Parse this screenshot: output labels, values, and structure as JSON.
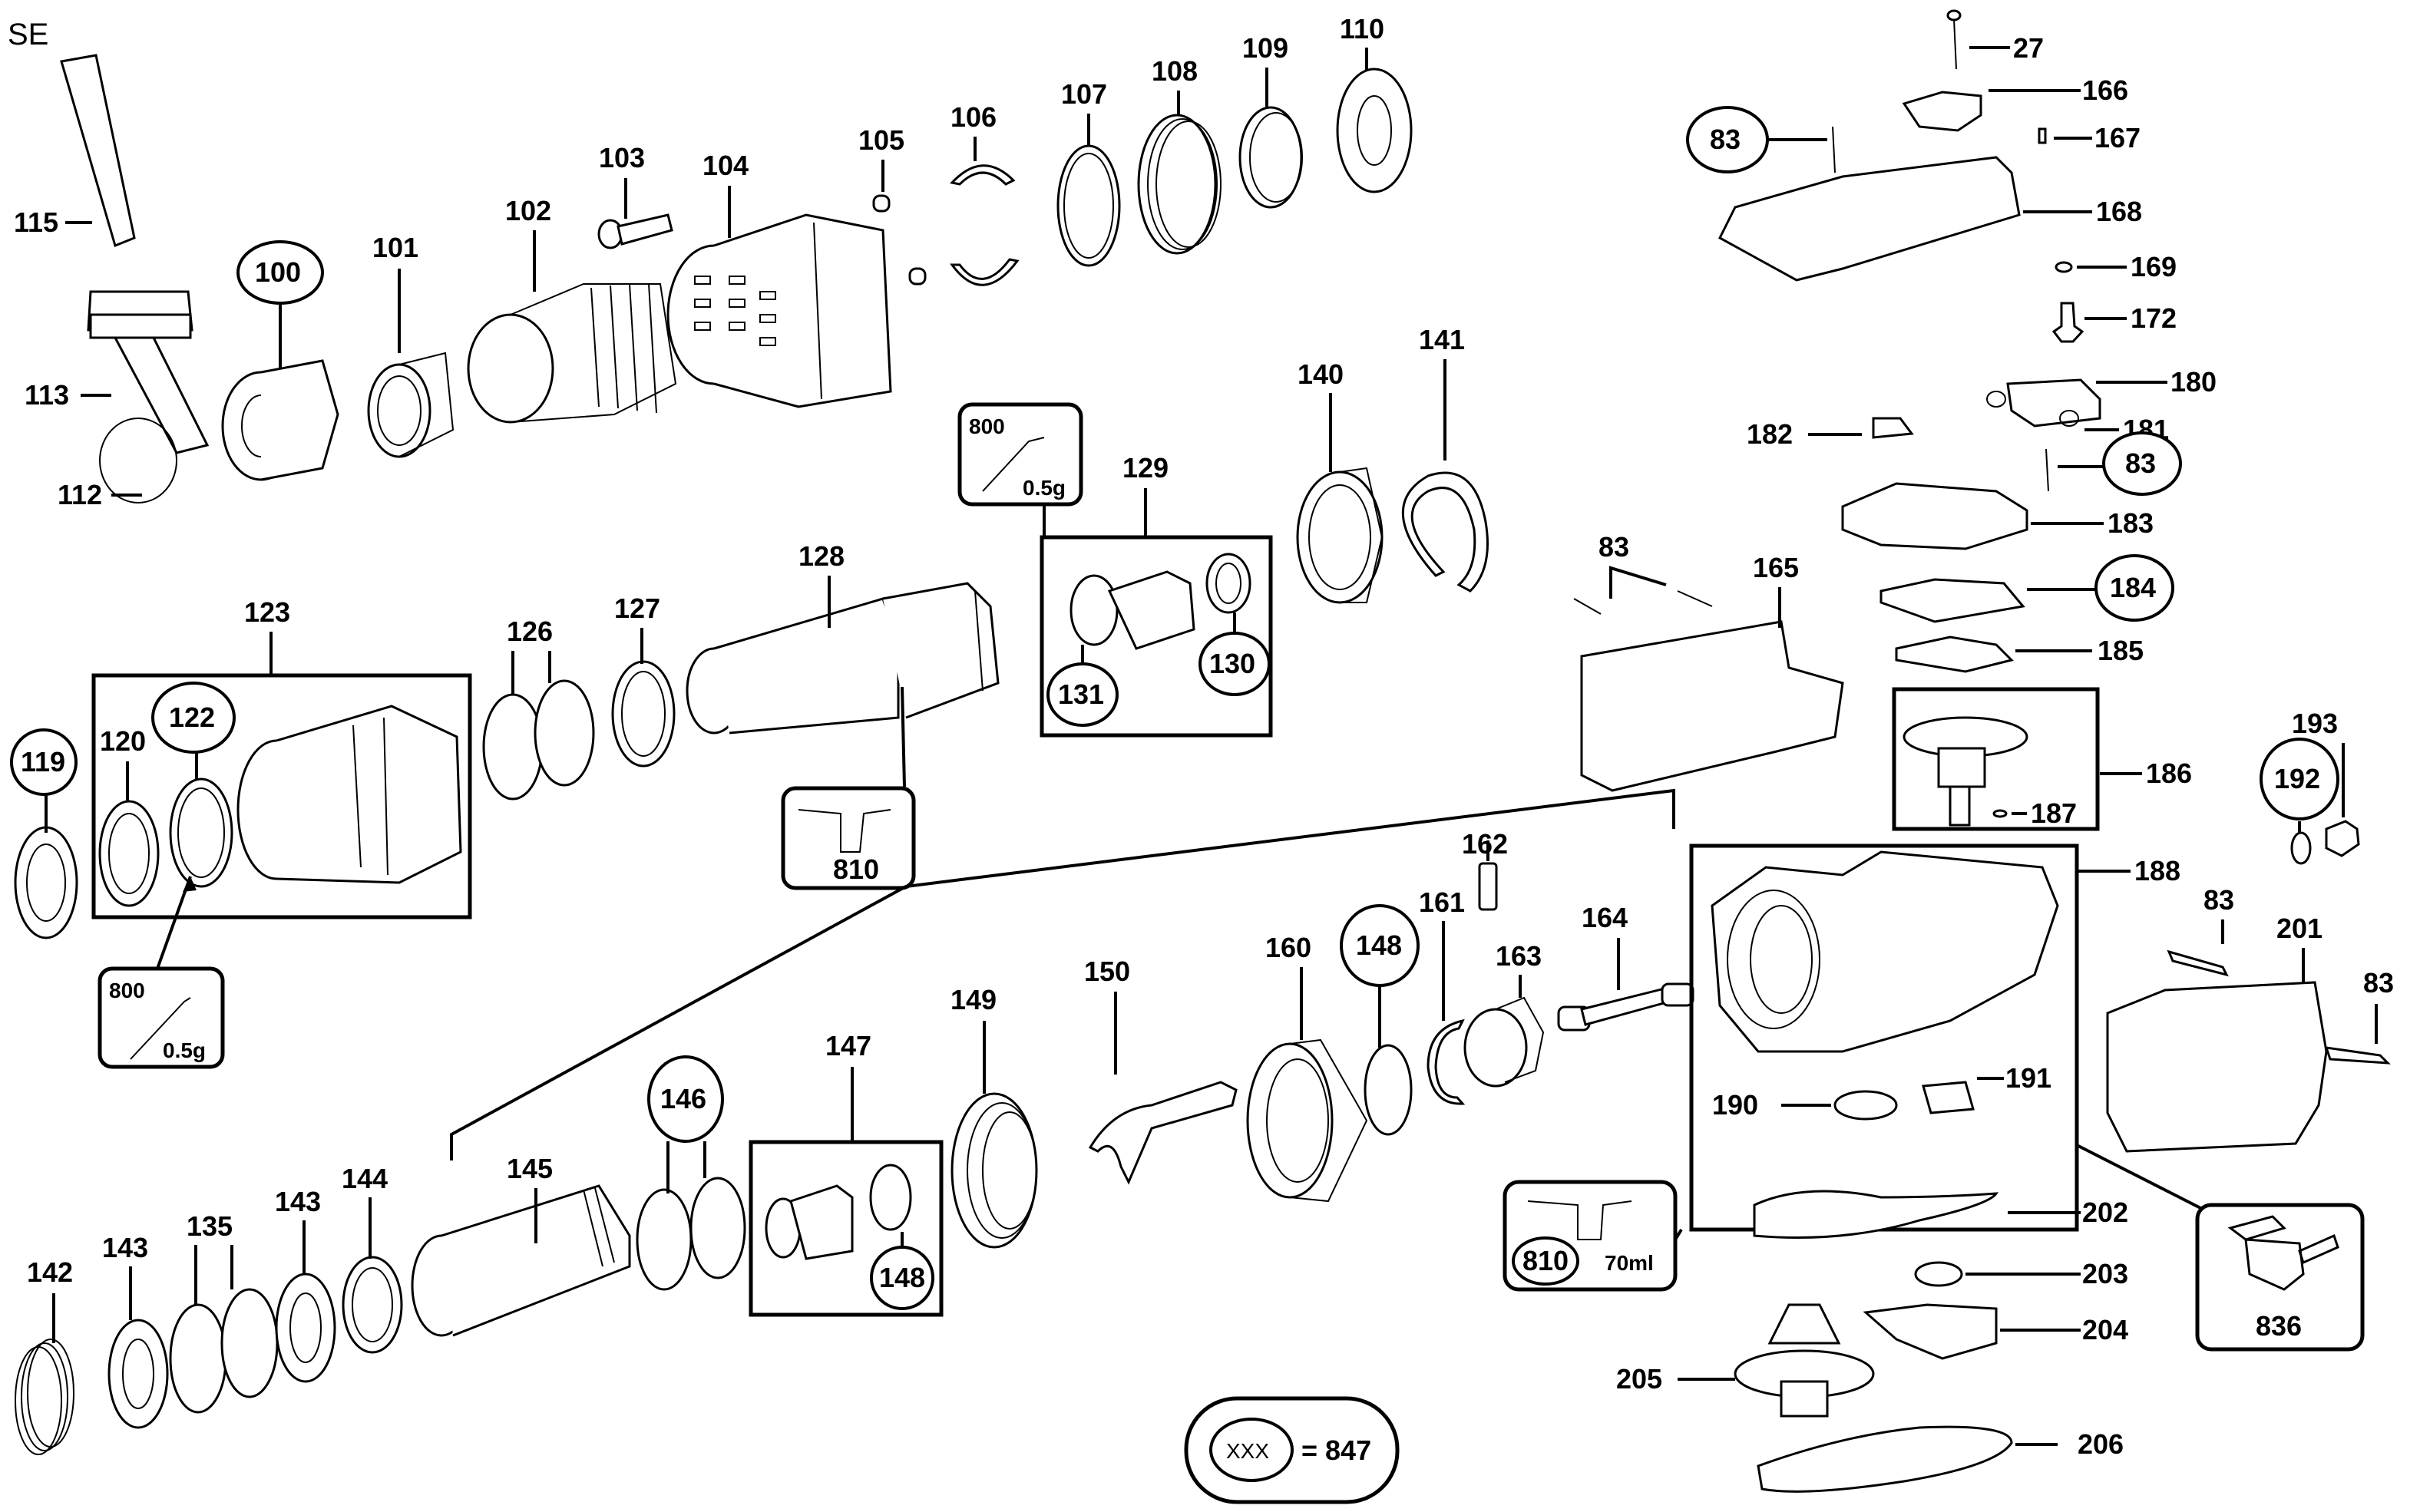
{
  "diagram_title_code": "SE",
  "legend": {
    "symbol_text": "XXX",
    "equals_text": "= 847"
  },
  "kits": {
    "grease_label": "800",
    "grease_qty": "0.5g",
    "oil_label": "810",
    "oil_qty": "70ml",
    "toolbox_label": "836"
  },
  "parts": {
    "p27": "27",
    "p83": "83",
    "p100": "100",
    "p101": "101",
    "p102": "102",
    "p103": "103",
    "p104": "104",
    "p105": "105",
    "p106": "106",
    "p107": "107",
    "p108": "108",
    "p109": "109",
    "p110": "110",
    "p112": "112",
    "p113": "113",
    "p115": "115",
    "p119": "119",
    "p120": "120",
    "p122": "122",
    "p123": "123",
    "p126": "126",
    "p127": "127",
    "p128": "128",
    "p129": "129",
    "p130": "130",
    "p131": "131",
    "p135": "135",
    "p140": "140",
    "p141": "141",
    "p142": "142",
    "p143": "143",
    "p144": "144",
    "p145": "145",
    "p146": "146",
    "p147": "147",
    "p148": "148",
    "p149": "149",
    "p150": "150",
    "p160": "160",
    "p161": "161",
    "p162": "162",
    "p163": "163",
    "p164": "164",
    "p165": "165",
    "p166": "166",
    "p167": "167",
    "p168": "168",
    "p169": "169",
    "p172": "172",
    "p180": "180",
    "p181": "181",
    "p182": "182",
    "p183": "183",
    "p184": "184",
    "p185": "185",
    "p186": "186",
    "p187": "187",
    "p188": "188",
    "p190": "190",
    "p191": "191",
    "p192": "192",
    "p193": "193",
    "p201": "201",
    "p202": "202",
    "p203": "203",
    "p204": "204",
    "p205": "205",
    "p206": "206"
  },
  "circled_parts": [
    "83",
    "100",
    "119",
    "122",
    "130",
    "131",
    "146",
    "148",
    "184",
    "192",
    "810"
  ]
}
